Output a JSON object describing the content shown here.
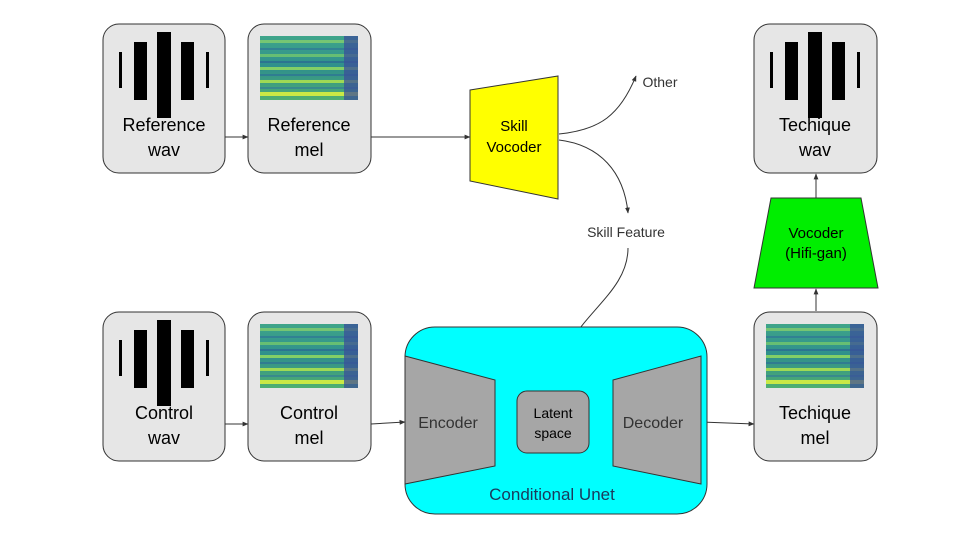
{
  "nodes": {
    "reference_wav": {
      "line1": "Reference",
      "line2": "wav"
    },
    "reference_mel": {
      "line1": "Reference",
      "line2": "mel"
    },
    "skill_vocoder": {
      "line1": "Skill",
      "line2": "Vocoder"
    },
    "other": "Other",
    "skill_feature": "Skill Feature",
    "technique_wav": {
      "line1": "Techique",
      "line2": "wav"
    },
    "vocoder": {
      "line1": "Vocoder",
      "line2": "(Hifi-gan)"
    },
    "control_wav": {
      "line1": "Control",
      "line2": "wav"
    },
    "control_mel": {
      "line1": "Control",
      "line2": "mel"
    },
    "encoder": "Encoder",
    "latent_space": {
      "line1": "Latent",
      "line2": "space"
    },
    "decoder": "Decoder",
    "conditional_unet": "Conditional Unet",
    "technique_mel": {
      "line1": "Techique",
      "line2": "mel"
    }
  },
  "colors": {
    "box_fill": "#e6e6e6",
    "box_stroke": "#333333",
    "skill_vocoder_fill": "#ffff00",
    "vocoder_fill": "#00ee00",
    "unet_fill": "#00ffff",
    "encoder_decoder_fill": "#a6a6a6"
  },
  "icons": [
    "waveform-icon",
    "spectrogram-icon"
  ]
}
